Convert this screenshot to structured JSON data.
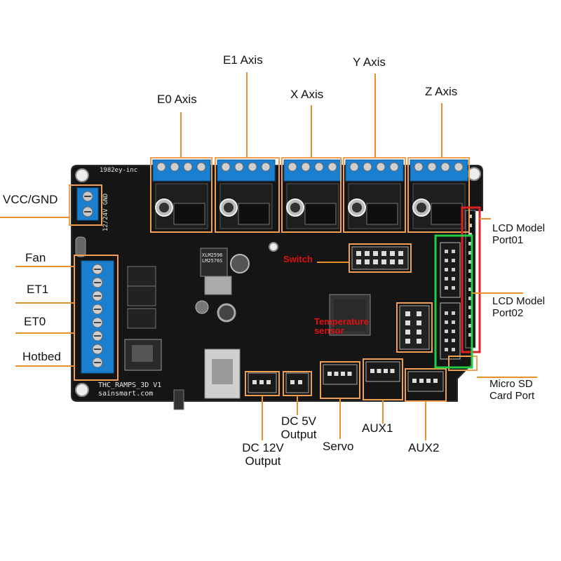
{
  "board": {
    "model_silkscreen": "THC_RAMPS_3D V1",
    "brand_silkscreen": "sainsmart.com",
    "corner_silkscreen": "1982ey-inc",
    "power_silkscreen": "12/24V GND",
    "regulator_silkscreen": "XLM2596 LM2576S"
  },
  "labels": {
    "e0_axis": "E0 Axis",
    "e1_axis": "E1 Axis",
    "x_axis": "X Axis",
    "y_axis": "Y Axis",
    "z_axis": "Z Axis",
    "vcc_gnd": "VCC/GND",
    "fan": "Fan",
    "et1": "ET1",
    "et0": "ET0",
    "hotbed": "Hotbed",
    "lcd_port01_line1": "LCD Model",
    "lcd_port01_line2": "Port01",
    "lcd_port02_line1": "LCD Model",
    "lcd_port02_line2": "Port02",
    "microsd_line1": "Micro SD",
    "microsd_line2": "Card Port",
    "dc5v_line1": "DC 5V",
    "dc5v_line2": "Output",
    "dc12v_line1": "DC 12V",
    "dc12v_line2": "Output",
    "servo": "Servo",
    "aux1": "AUX1",
    "aux2": "AUX2",
    "switch": "Switch",
    "temperature_line1": "Temperature",
    "temperature_line2": "sensor"
  },
  "colors": {
    "callout_line": "#e8912c",
    "highlight_box": "#f0a050",
    "lcd_port01_box": "#e02020",
    "lcd_port02_box": "#22cc44",
    "pcb": "#151515",
    "terminal_blue": "#1b7fd0"
  }
}
